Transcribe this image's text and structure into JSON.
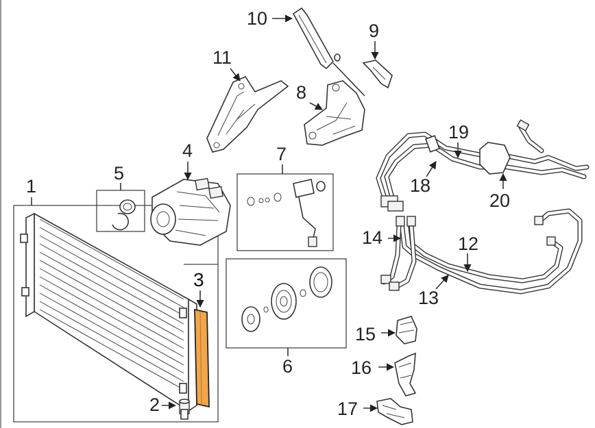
{
  "callouts": {
    "c1": "1",
    "c2": "2",
    "c3": "3",
    "c4": "4",
    "c5": "5",
    "c6": "6",
    "c7": "7",
    "c8": "8",
    "c9": "9",
    "c10": "10",
    "c11": "11",
    "c12": "12",
    "c13": "13",
    "c14": "14",
    "c15": "15",
    "c16": "16",
    "c17": "17",
    "c18": "18",
    "c19": "19",
    "c20": "20"
  },
  "colors": {
    "highlight": "#f2a64a",
    "line": "#333333",
    "background": "#ffffff"
  }
}
